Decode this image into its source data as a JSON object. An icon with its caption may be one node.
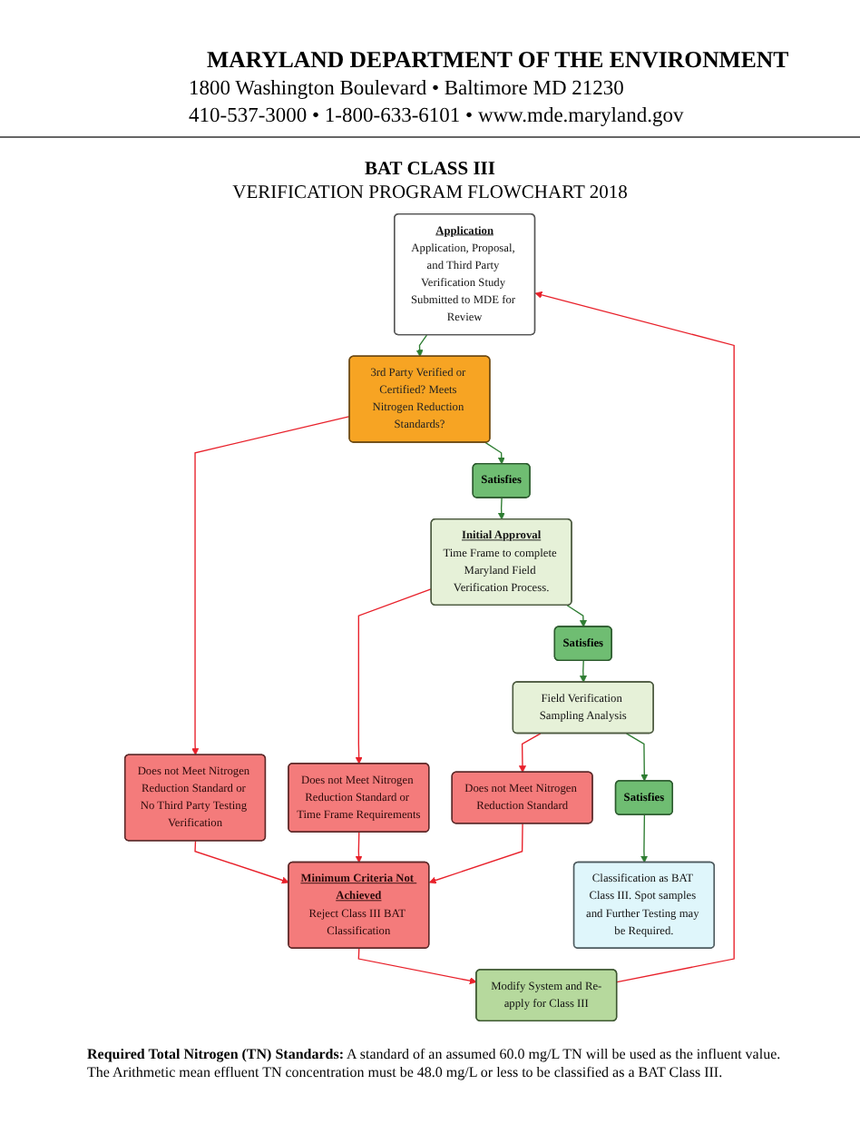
{
  "diagram": {
    "title": "BAT CLASS III",
    "nodes": [
      {
        "text": [
          "Application",
          "Application, Proposal, and Third Party Verification Study Submitted to MDE for Review"
        ]
      },
      {
        "text": [
          "Modify System and Re-apply for Class III"
        ]
      },
      {
        "text": [
          "3rd Party Verified or Certified? Meets Nitrogen Reduction Standards?"
        ]
      },
      {
        "text": [
          "Does not Meet Nitrogen Reduction Standard or No Third Party Testing Verification"
        ]
      },
      {
        "text": [
          "Minimum Criteria Not Achieved",
          "Reject Class III BAT Classification"
        ]
      },
      {
        "text": [
          "Satisfies"
        ]
      },
      {
        "text": [
          "Initial Approval",
          "Time Frame to complete Maryland Field Verification Process."
        ]
      },
      {
        "text": [
          "Does not Meet Nitrogen Reduction Standard or Time Frame Requirements"
        ]
      },
      {
        "text": [
          "Satisfies"
        ]
      },
      {
        "text": [
          "Field Verification Sampling Analysis"
        ]
      },
      {
        "text": [
          "Does not Meet Nitrogen Reduction Standard"
        ]
      },
      {
        "text": [
          "Satisfies"
        ]
      },
      {
        "text": [
          "Classification as BAT Class III. Spot samples and Further Testing may be Required."
        ]
      }
    ],
    "edges": [
      {
        "from": 0,
        "to": 2,
        "arrow": "to",
        "color": "#2e7d32"
      },
      {
        "from": 2,
        "to": 3,
        "arrow": "to"
      },
      {
        "from": 3,
        "to": 4,
        "arrow": "to"
      },
      {
        "from": 4,
        "to": 1,
        "arrow": "to"
      },
      {
        "from": 1,
        "to": 0,
        "arrow": "to"
      },
      {
        "from": 2,
        "to": 5,
        "arrow": "to",
        "color": "#2e7d32"
      },
      {
        "from": 5,
        "to": 6,
        "arrow": "to",
        "color": "#2e7d32"
      },
      {
        "from": 6,
        "to": 7,
        "arrow": "to"
      },
      {
        "from": 7,
        "to": 4,
        "arrow": "to"
      },
      {
        "from": 6,
        "to": 8,
        "arrow": "to",
        "color": "#2e7d32"
      },
      {
        "from": 8,
        "to": 9,
        "arrow": "to",
        "color": "#2e7d32"
      },
      {
        "from": 9,
        "to": 10,
        "arrow": "to"
      },
      {
        "from": 10,
        "to": 4,
        "arrow": "to"
      },
      {
        "from": 9,
        "to": 11,
        "arrow": "to",
        "color": "#2e7d32"
      },
      {
        "from": 11,
        "to": 12,
        "arrow": "to",
        "color": "#2e7d32"
      }
    ],
    "labels": [
      "MARYLAND DEPARTMENT OF THE ENVIRONMENT",
      "1800 Washington Boulevard • Baltimore MD 21230",
      "410-537-3000 • 1-800-633-6101 • www.mde.maryland.gov",
      "VERIFICATION PROGRAM FLOWCHART 2018",
      "**Required Total Nitrogen (TN) Standards:** A standard of an assumed 60.0 mg/L TN will be used as the influent value. The Arithmetic mean effluent TN concentration must be 48.0 mg/L or less to be classified as a BAT Class III."
    ]
  }
}
